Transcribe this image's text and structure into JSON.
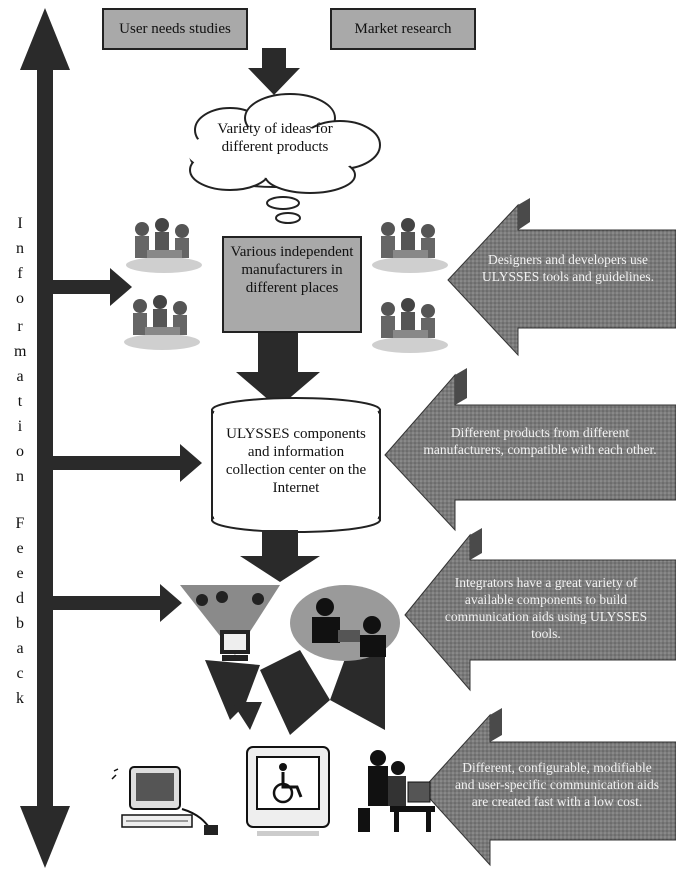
{
  "top_boxes": {
    "left": "User needs studies",
    "right": "Market research"
  },
  "cloud_text": "Variety of ideas for different products",
  "manufacturers_text": "Various independent manufacturers in different places",
  "database_text": "ULYSSES components and information collection center on the Internet",
  "side_label": [
    "I",
    "n",
    "f",
    "o",
    "r",
    "m",
    "a",
    "t",
    "i",
    "o",
    "n",
    "F",
    "e",
    "e",
    "d",
    "b",
    "a",
    "c",
    "k"
  ],
  "right_arrows": [
    "Designers and developers use ULYSSES tools and guidelines.",
    "Different products from different manufacturers, compatible with each other.",
    "Integrators have a great variety of available components to build communication aids using ULYSSES tools.",
    "Different, configurable, modifiable and user-specific communication aids are created fast with a low cost."
  ],
  "icons": [
    "people-group-icon",
    "computer-user-icon",
    "meeting-icon",
    "computer-icon",
    "wheelchair-monitor-icon",
    "workstation-user-icon"
  ]
}
